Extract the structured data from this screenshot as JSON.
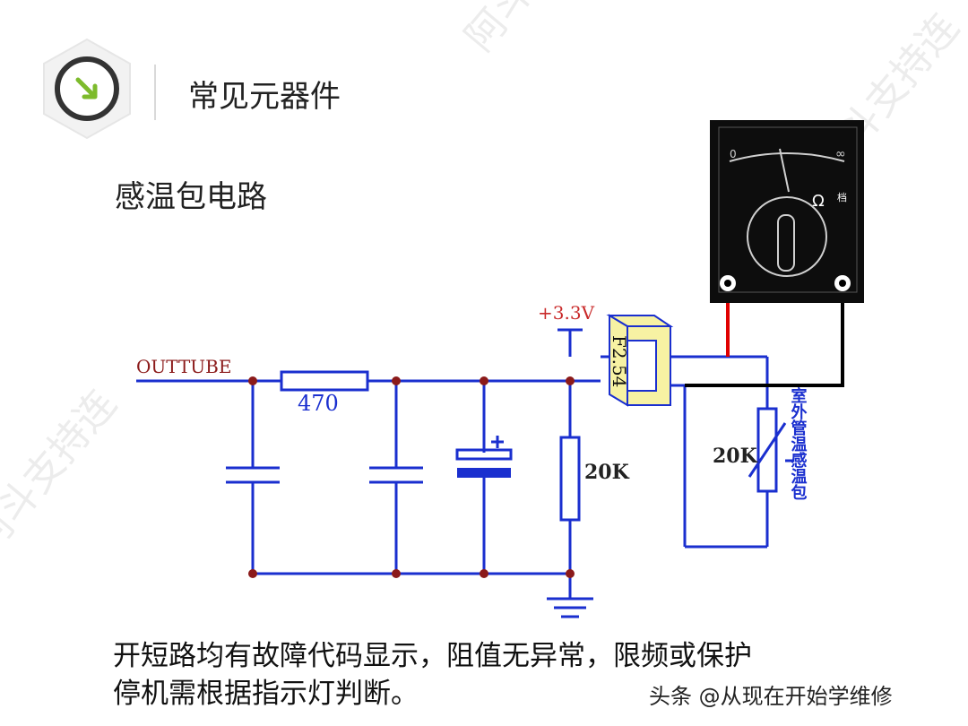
{
  "header": {
    "section_title": "常见元器件",
    "icon": "arrow-down-right-icon",
    "accent_color": "#7dbb2c"
  },
  "subtitle": "感温包电路",
  "circuit": {
    "input_label": "OUTTUBE",
    "resistor_470": "470",
    "resistor_20k": "20K",
    "thermistor_20k": "20K",
    "supply": "+3.3V",
    "connector": "F2.54",
    "sensor_label": "室外管温感温包",
    "wire_color": "#1a2fcf",
    "node_color": "#8b1a1a"
  },
  "meter": {
    "scale_left": "0",
    "scale_right": "∞",
    "range_symbol": "Ω",
    "range_suffix": "档",
    "red_lead": "#e00000",
    "black_lead": "#000000"
  },
  "watermark": "阿斗支持连",
  "caption": {
    "line1": "开短路均有故障代码显示，阻值无异常，限频或保护",
    "line2": "停机需根据指示灯判断。"
  },
  "credit": "头条 @从现在开始学维修"
}
